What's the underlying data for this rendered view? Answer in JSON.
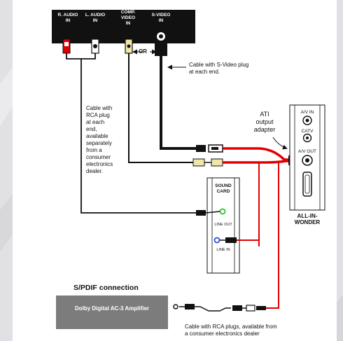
{
  "tv_panel": {
    "r_audio": [
      "R. AUDIO",
      "IN"
    ],
    "l_audio": [
      "L. AUDIO",
      "IN"
    ],
    "comp_video": [
      "COMP.",
      "VIDEO",
      "IN"
    ],
    "svideo": [
      "S-VIDEO",
      "IN"
    ],
    "or": "OR"
  },
  "notes": {
    "svideo_cable": [
      "Cable with S-Video plug",
      "at each end."
    ],
    "rca_cable": [
      "Cable with",
      "RCA plug",
      "at each",
      "end,",
      "available",
      "separately",
      "from a",
      "consumer",
      "electronics",
      "dealer."
    ],
    "adapter": [
      "ATI",
      "output",
      "adapter"
    ],
    "bottom_cable": [
      "Cable with RCA plugs, available from",
      "a consumer electronics dealer"
    ]
  },
  "sound_card": {
    "title": [
      "SOUND",
      "CARD"
    ],
    "line_out": "LINE OUT",
    "line_in": "LINE IN"
  },
  "all_in_wonder": {
    "av_in": "A/V IN",
    "catv": "CATV",
    "av_out": "A/V OUT",
    "label": [
      "ALL-IN-",
      "WONDER"
    ]
  },
  "spdif": {
    "title": "S/PDIF connection",
    "amplifier": "Dolby Digital AC-3 Amplifier"
  },
  "colors": {
    "cable": "#111111",
    "red_cable": "#e00000",
    "amp_box": "#7c7c7c",
    "tv_panel": "#111111"
  }
}
